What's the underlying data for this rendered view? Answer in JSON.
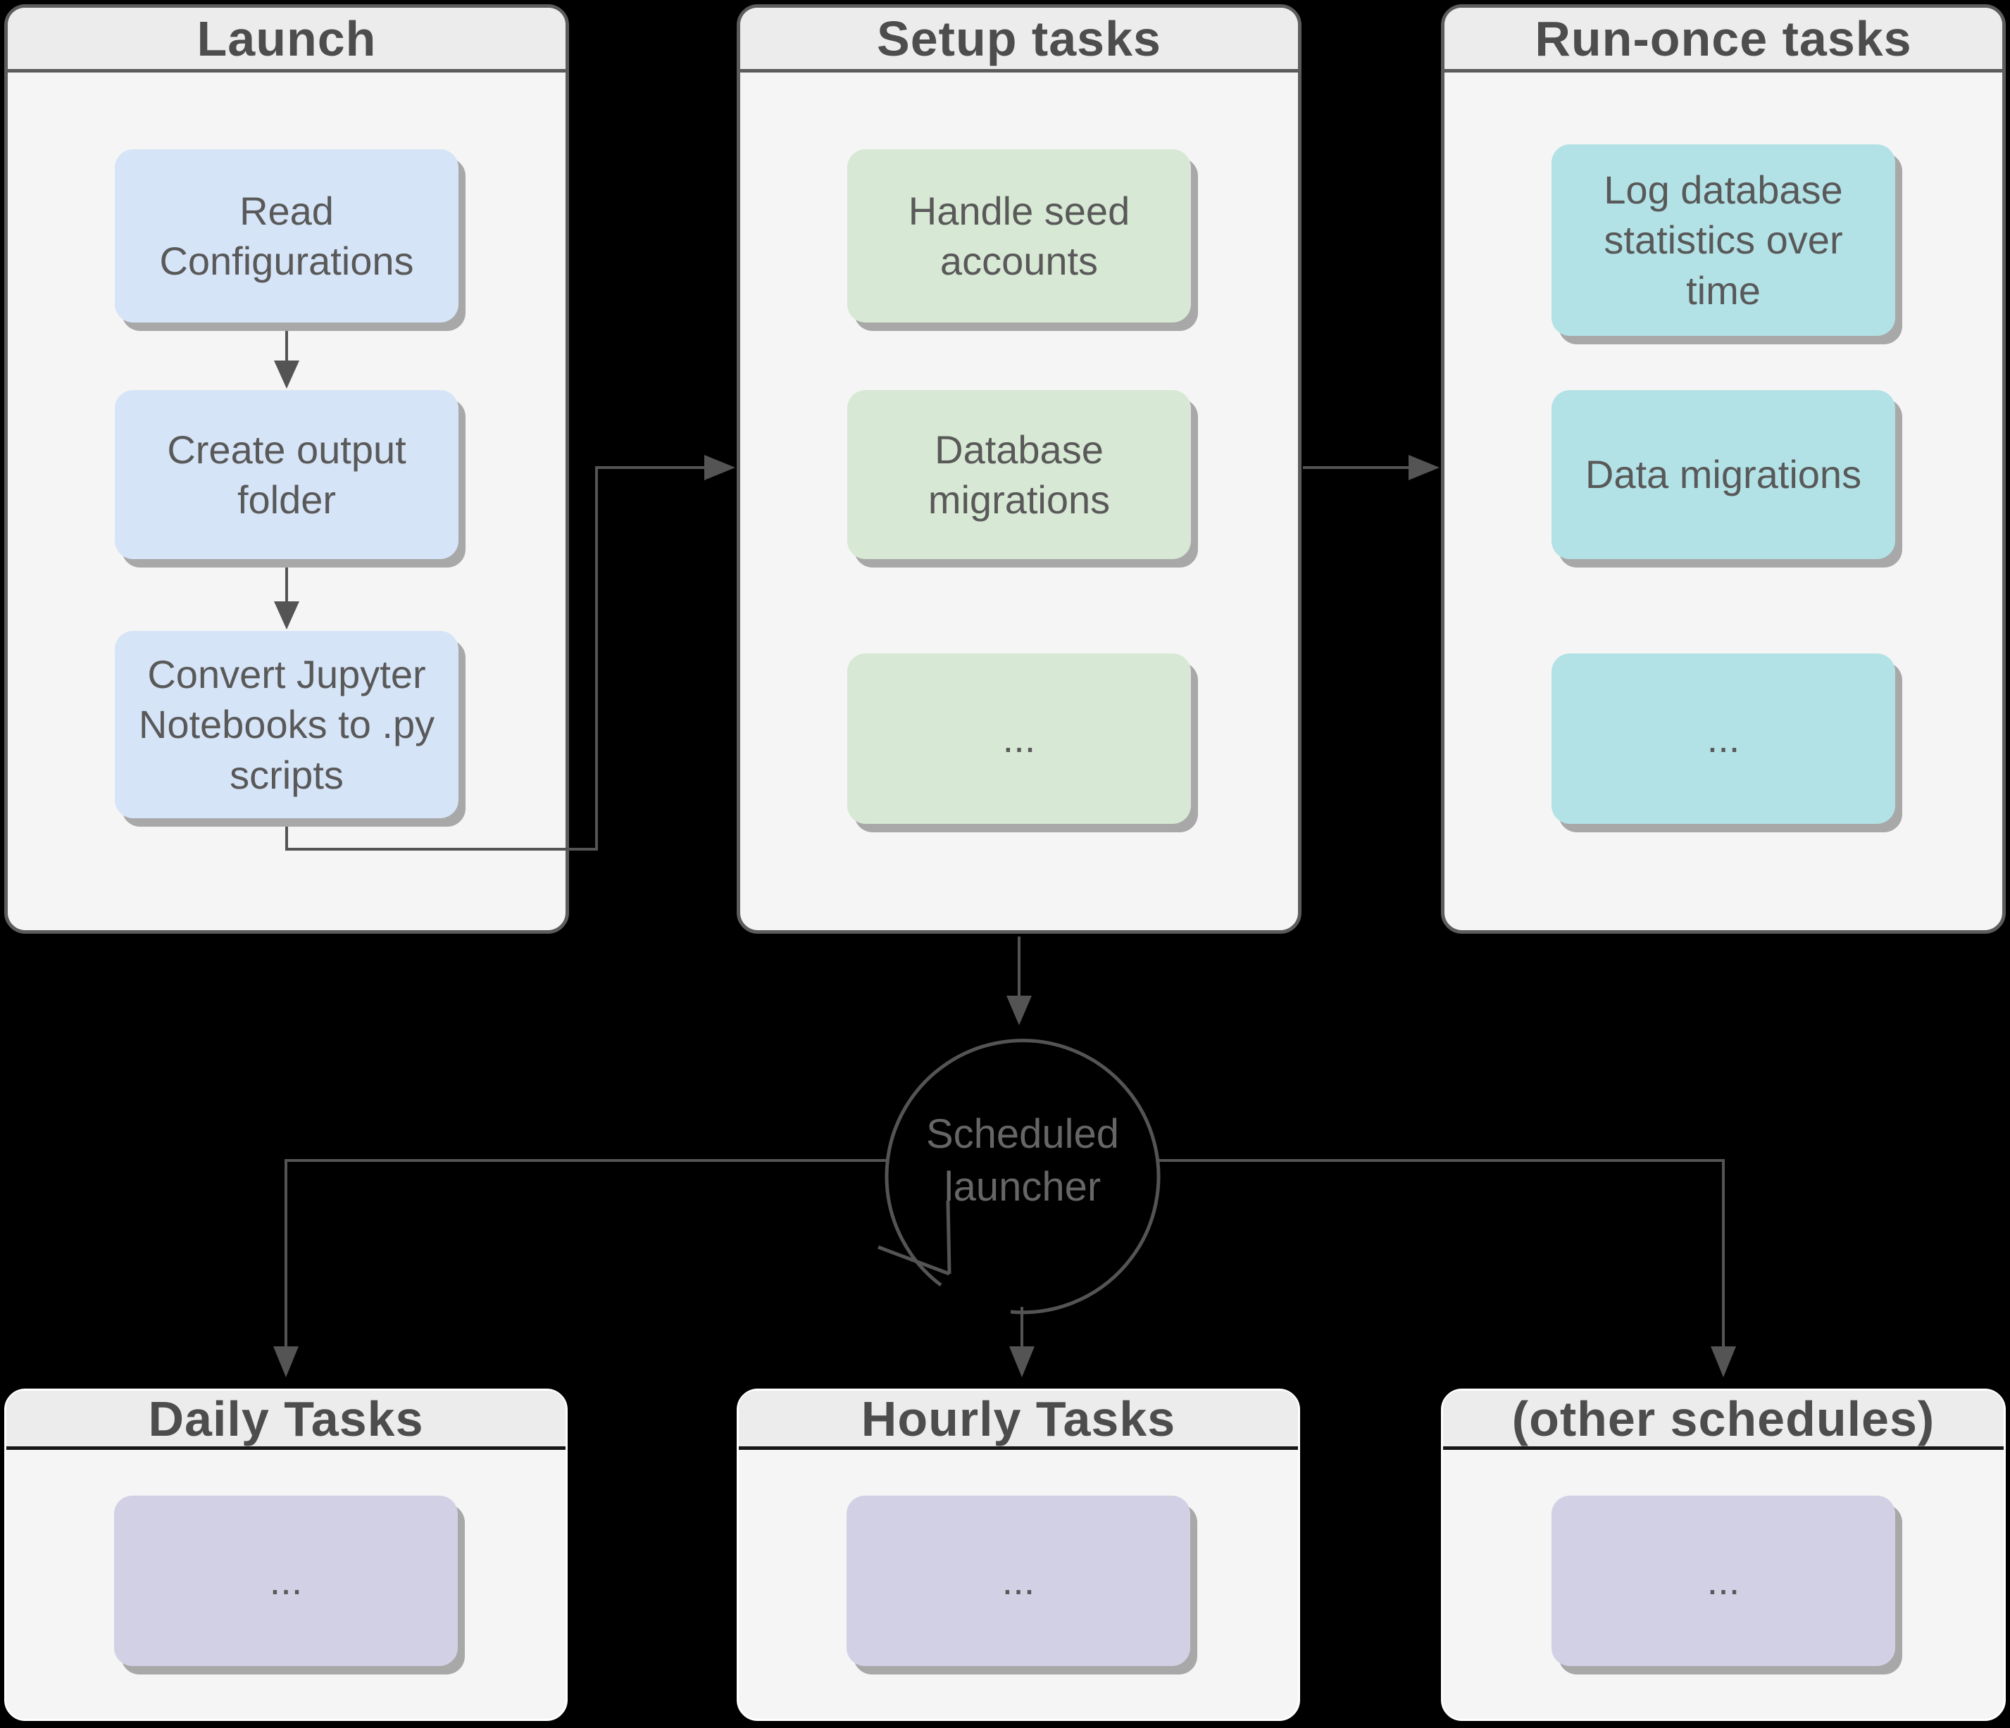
{
  "groups": {
    "launch": {
      "title": "Launch",
      "nodes": [
        "Read Configurations",
        "Create output folder",
        "Convert Jupyter Notebooks to .py scripts"
      ],
      "node_color": "#d6e4f7"
    },
    "setup": {
      "title": "Setup tasks",
      "nodes": [
        "Handle seed accounts",
        "Database migrations",
        "..."
      ],
      "node_color": "#d7e8d4"
    },
    "run_once": {
      "title": "Run-once tasks",
      "nodes": [
        "Log database statistics over time",
        "Data migrations",
        "..."
      ],
      "node_color": "#b2e2e6"
    },
    "daily": {
      "title": "Daily Tasks",
      "nodes": [
        "..."
      ],
      "node_color": "#d2d0e4"
    },
    "hourly": {
      "title": "Hourly Tasks",
      "nodes": [
        "..."
      ],
      "node_color": "#d2d0e4"
    },
    "other": {
      "title": "(other schedules)",
      "nodes": [
        "..."
      ],
      "node_color": "#d2d0e4"
    }
  },
  "hub": {
    "label": "Scheduled launcher"
  },
  "colors": {
    "background": "#000000",
    "connector": "#545454",
    "group_border_top_row": "#5c5c5c",
    "group_border_bottom_row": "#ffffff",
    "group_header_fill": "#ececec",
    "group_body_fill": "#f5f5f5",
    "header_text": "#4d4d4d",
    "node_text": "#595959",
    "node_shadow": "#a8a8a8",
    "launch_node_fill": "#d6e4f7",
    "setup_node_fill": "#d7e8d4",
    "run_once_node_fill": "#b2e2e6",
    "schedule_node_fill": "#d2d0e4"
  }
}
